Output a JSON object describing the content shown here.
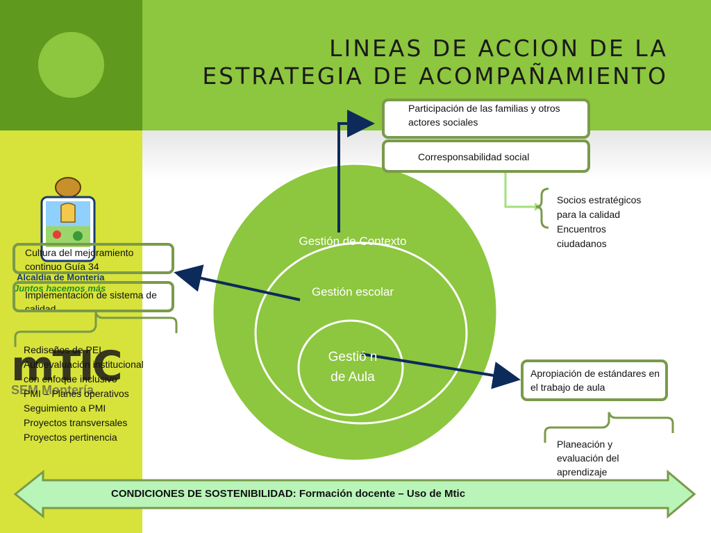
{
  "title_lines": [
    "LINEAS DE ACCION DE LA",
    "ESTRATEGIA DE ACOMPAÑAMIENTO"
  ],
  "ellipses": {
    "outer": "Gestión de Contexto",
    "middle": "Gestión escolar",
    "inner": "Gestió n de Aula"
  },
  "top_boxes": {
    "participation": "Participación de las familias y otros actores  sociales",
    "corresponsabilidad": "Corresponsabilidad social"
  },
  "socios_list": [
    "Socios estratégicos",
    "para la calidad",
    "Encuentros",
    "ciudadanos"
  ],
  "left_boxes": {
    "cultura": "Cultura del mejoramiento continuo    Guía 34",
    "implementacion": "Implementación de sistema de calidad"
  },
  "left_list": [
    "Rediseños de PEI",
    "Autoevaluación institucional",
    "con enfoque inclusivo",
    "PMI – Planes operativos",
    "Seguimiento a PMI",
    "Proyectos transversales",
    "Proyectos pertinencia"
  ],
  "right_box": "Apropiación de estándares en el trabajo de aula",
  "right_list": [
    "Planeación  y",
    "evaluación del",
    "aprendizaje"
  ],
  "bottom_bar": "CONDICIONES DE SOSTENIBILIDAD: Formación docente – Uso de Mtic",
  "logos": {
    "alcaldia": "Alcaldía de Montería",
    "slogan": "Juntos hacemos más",
    "tic": "mTIC",
    "tic_sub": "SEM Montería"
  },
  "colors": {
    "dark_green": "#5f9a1e",
    "green": "#8dc63f",
    "lime": "#d7e33a",
    "box_border": "#7a9a4a",
    "arrow_navy": "#0c2a5a",
    "arrow_light": "#9ee27a",
    "bar_fill": "#b9f5b9"
  }
}
